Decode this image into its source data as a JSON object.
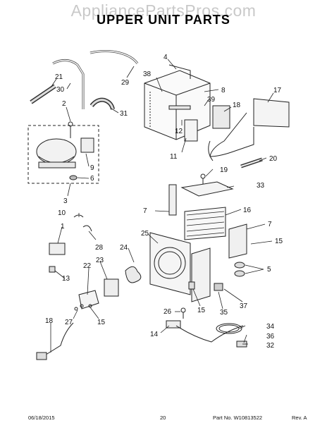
{
  "watermark": "AppliancePartsPros.com",
  "title": "UPPER UNIT PARTS",
  "footer": {
    "date": "06/18/2015",
    "page": "20",
    "part_no": "Part No. W10813522",
    "rev": "Rev. A"
  },
  "callouts": [
    {
      "key": "c4",
      "text": "4"
    },
    {
      "key": "c38",
      "text": "38"
    },
    {
      "key": "c8",
      "text": "8"
    },
    {
      "key": "c39",
      "text": "39"
    },
    {
      "key": "c17",
      "text": "17"
    },
    {
      "key": "c18",
      "text": "18"
    },
    {
      "key": "c12",
      "text": "12"
    },
    {
      "key": "c11",
      "text": "11"
    },
    {
      "key": "c20",
      "text": "20"
    },
    {
      "key": "c29",
      "text": "29"
    },
    {
      "key": "c21",
      "text": "21"
    },
    {
      "key": "c30",
      "text": "30"
    },
    {
      "key": "c31",
      "text": "31"
    },
    {
      "key": "c2",
      "text": "2"
    },
    {
      "key": "c9",
      "text": "9"
    },
    {
      "key": "c6",
      "text": "6"
    },
    {
      "key": "c3",
      "text": "3"
    },
    {
      "key": "c19",
      "text": "19"
    },
    {
      "key": "c33",
      "text": "33"
    },
    {
      "key": "c7a",
      "text": "7"
    },
    {
      "key": "c16",
      "text": "16"
    },
    {
      "key": "c7b",
      "text": "7"
    },
    {
      "key": "c15a",
      "text": "15"
    },
    {
      "key": "c5",
      "text": "5"
    },
    {
      "key": "c10",
      "text": "10"
    },
    {
      "key": "c1",
      "text": "1"
    },
    {
      "key": "c28",
      "text": "28"
    },
    {
      "key": "c25",
      "text": "25"
    },
    {
      "key": "c24",
      "text": "24"
    },
    {
      "key": "c13",
      "text": "13"
    },
    {
      "key": "c22",
      "text": "22"
    },
    {
      "key": "c23",
      "text": "23"
    },
    {
      "key": "c27",
      "text": "27"
    },
    {
      "key": "c15b",
      "text": "15"
    },
    {
      "key": "c15c",
      "text": "15"
    },
    {
      "key": "c35",
      "text": "35"
    },
    {
      "key": "c37",
      "text": "37"
    },
    {
      "key": "c18b",
      "text": "18"
    },
    {
      "key": "c26",
      "text": "26"
    },
    {
      "key": "c14",
      "text": "14"
    },
    {
      "key": "c34",
      "text": "34"
    },
    {
      "key": "c36",
      "text": "36"
    },
    {
      "key": "c32",
      "text": "32"
    }
  ]
}
